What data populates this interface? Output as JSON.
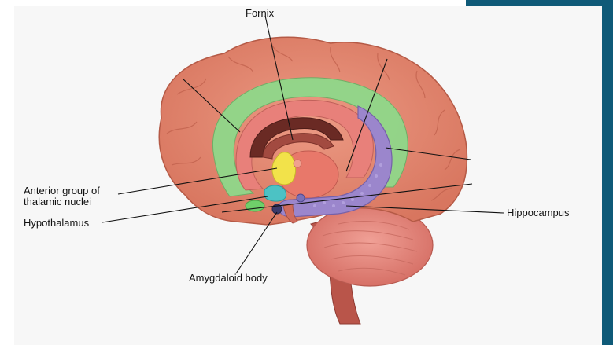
{
  "diagram": {
    "labels": {
      "fornix": "Fornix",
      "anterior_group": "Anterior group of\nthalamic nuclei",
      "hypothalamus": "Hypothalamus",
      "hippocampus": "Hippocampus",
      "amygdaloid": "Amygdaloid body"
    }
  },
  "colors": {
    "background_band": "#0f5a78",
    "panel": "#f7f7f7",
    "cortex": "#e48a73",
    "cortex_dark": "#c0604c",
    "cingulate_green": "#8fd88a",
    "hippocampus_purple": "#9b86cc",
    "thalamus_yellow": "#f2e24a",
    "hypothalamus_teal": "#4cc2c4",
    "cerebellum": "#e48a80",
    "brainstem": "#b9554a"
  }
}
